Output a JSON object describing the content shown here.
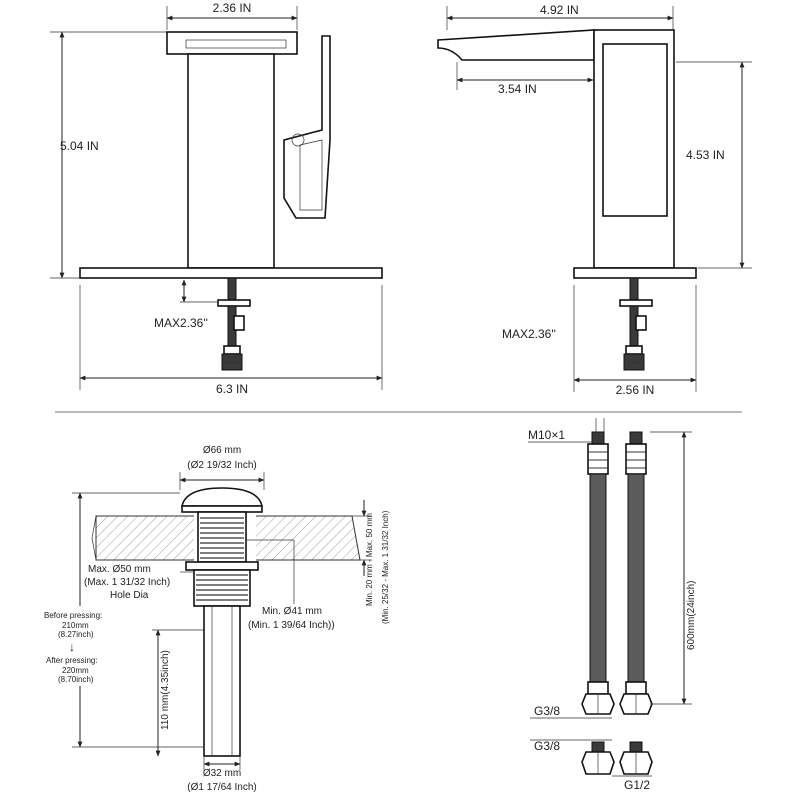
{
  "front_view": {
    "top_width": "2.36 IN",
    "height": "5.04 IN",
    "max_below": "MAX2.36''",
    "base_width": "6.3 IN"
  },
  "side_view": {
    "length": "4.92 IN",
    "spout_reach": "3.54 IN",
    "height": "4.53 IN",
    "max_below": "MAX2.36''",
    "base_width": "2.56 IN"
  },
  "drain": {
    "cap_diameter_mm": "Ø66 mm",
    "cap_diameter_in": "(Ø2 19/32 Inch)",
    "thickness_mm": "Min. 20 mm - Max. 50 mm",
    "thickness_in": "(Min. 25/32 - Max. 1 31/32 Inch)",
    "hole_max_mm": "Max. Ø50 mm",
    "hole_max_in": "(Max. 1 31/32 Inch)",
    "hole_label": "Hole Dia",
    "hole_min_mm": "Min. Ø41 mm",
    "hole_min_in": "(Min. 1 39/64 Inch))",
    "before_label": "Before pressing:",
    "before_mm": "210mm",
    "before_in": "(8.27inch)",
    "arrow": "↓",
    "after_label": "After pressing:",
    "after_mm": "220mm",
    "after_in": "(8.70inch)",
    "tail_length": "110 mm(4.35inch)",
    "tail_diameter_mm": "Ø32 mm",
    "tail_diameter_in": "(Ø1 17/64 Inch)"
  },
  "hoses": {
    "thread_top": "M10×1",
    "length": "600mm(24inch)",
    "connector_a": "G3/8",
    "connector_b": "G3/8",
    "connector_c": "G1/2"
  }
}
